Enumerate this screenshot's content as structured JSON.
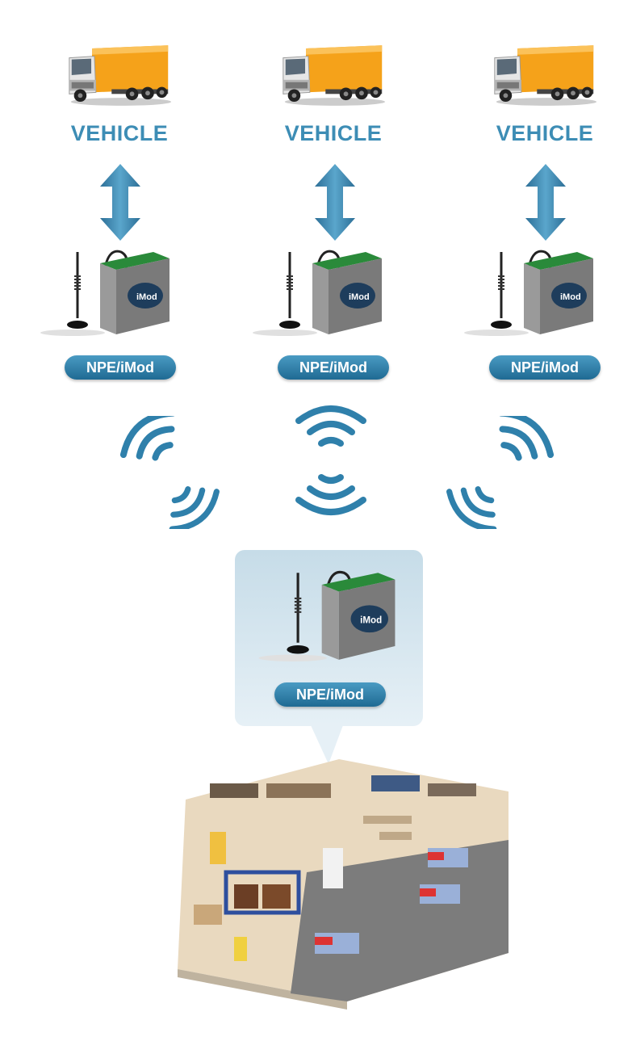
{
  "vehicle_label": "VEHICLE",
  "device_label": "NPE/iMod",
  "colors": {
    "accent": "#3d8db5",
    "pill": "#1f6a93",
    "truck_cargo": "#f5a21a",
    "popup_bg": "#d4e6f0"
  },
  "nodes": [
    {
      "vehicle": "VEHICLE",
      "device": "NPE/iMod"
    },
    {
      "vehicle": "VEHICLE",
      "device": "NPE/iMod"
    },
    {
      "vehicle": "VEHICLE",
      "device": "NPE/iMod"
    }
  ],
  "base": {
    "device": "NPE/iMod",
    "image": "warehouse-illustration"
  },
  "icons": [
    "truck-icon",
    "bidirectional-arrow-icon",
    "gateway-device-icon",
    "wireless-signal-icon",
    "warehouse-image"
  ]
}
